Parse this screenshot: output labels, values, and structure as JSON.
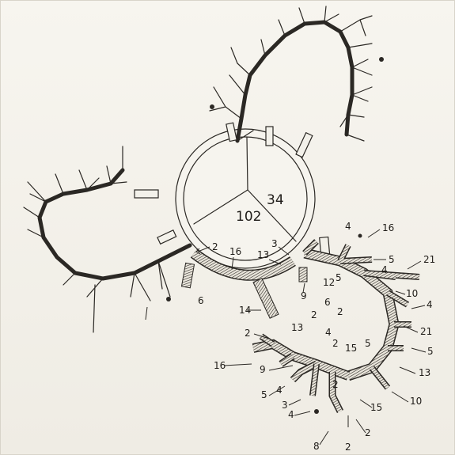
{
  "center_labels": {
    "upper_right": "34",
    "lower_middle": "102"
  },
  "branch_labels": [
    "2",
    "16",
    "3",
    "13",
    "6",
    "14",
    "9",
    "4",
    "16",
    "5",
    "12",
    "5",
    "4",
    "6",
    "2",
    "21",
    "10",
    "4",
    "21",
    "5",
    "13",
    "10",
    "2",
    "13",
    "2",
    "4",
    "2",
    "15",
    "5",
    "16",
    "9",
    "5",
    "4",
    "3",
    "4",
    "2",
    "15",
    "2",
    "8",
    "2"
  ]
}
